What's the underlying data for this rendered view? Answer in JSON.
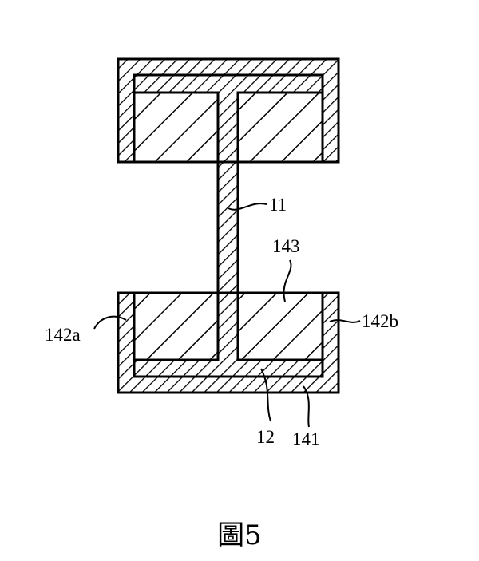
{
  "labels": {
    "web": "11",
    "filler": "143",
    "side_left": "142a",
    "side_right": "142b",
    "base_inner": "12",
    "base_outer": "141"
  },
  "caption": "圖5",
  "colors": {
    "ink": "#000000",
    "paper": "#ffffff"
  }
}
